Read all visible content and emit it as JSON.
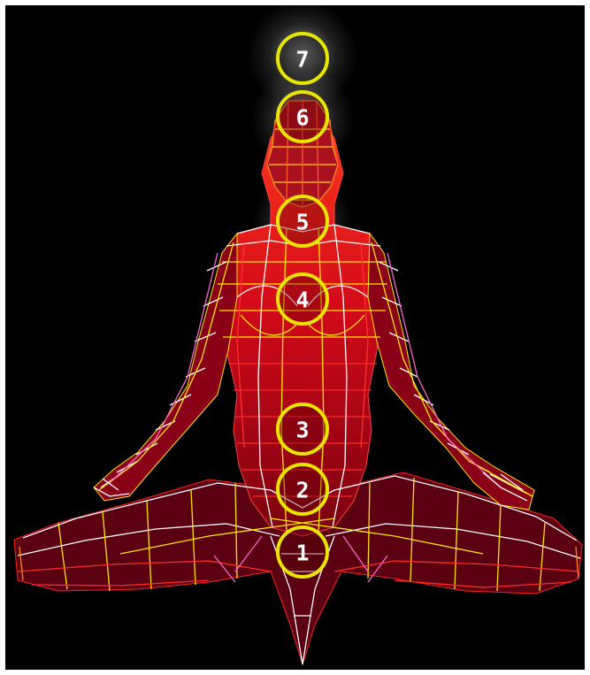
{
  "figure": {
    "colors": {
      "background": "#000000",
      "ring": "#e8e600",
      "wire_white": "#ffffff",
      "wire_yellow": "#ffe600",
      "wire_orange": "#ff8c00",
      "wire_red": "#ff1a1a",
      "wire_magenta": "#ff66cc"
    },
    "chakras": [
      {
        "label": "7",
        "icon": "ring-icon"
      },
      {
        "label": "6",
        "icon": "ring-icon"
      },
      {
        "label": "5",
        "icon": "ring-icon"
      },
      {
        "label": "4",
        "icon": "ring-icon"
      },
      {
        "label": "3",
        "icon": "ring-icon"
      },
      {
        "label": "2",
        "icon": "ring-icon"
      },
      {
        "label": "1",
        "icon": "ring-icon"
      }
    ]
  }
}
